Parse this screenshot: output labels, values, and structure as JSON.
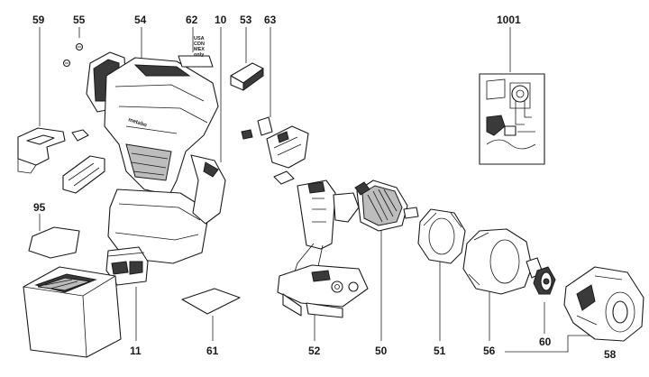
{
  "diagram": {
    "callouts": [
      "59",
      "55",
      "54",
      "62",
      "10",
      "53",
      "63",
      "1001",
      "95",
      "11",
      "61",
      "52",
      "50",
      "51",
      "56",
      "60",
      "58"
    ],
    "region_note": [
      "USA",
      "CDN",
      "MEX",
      "only"
    ]
  }
}
